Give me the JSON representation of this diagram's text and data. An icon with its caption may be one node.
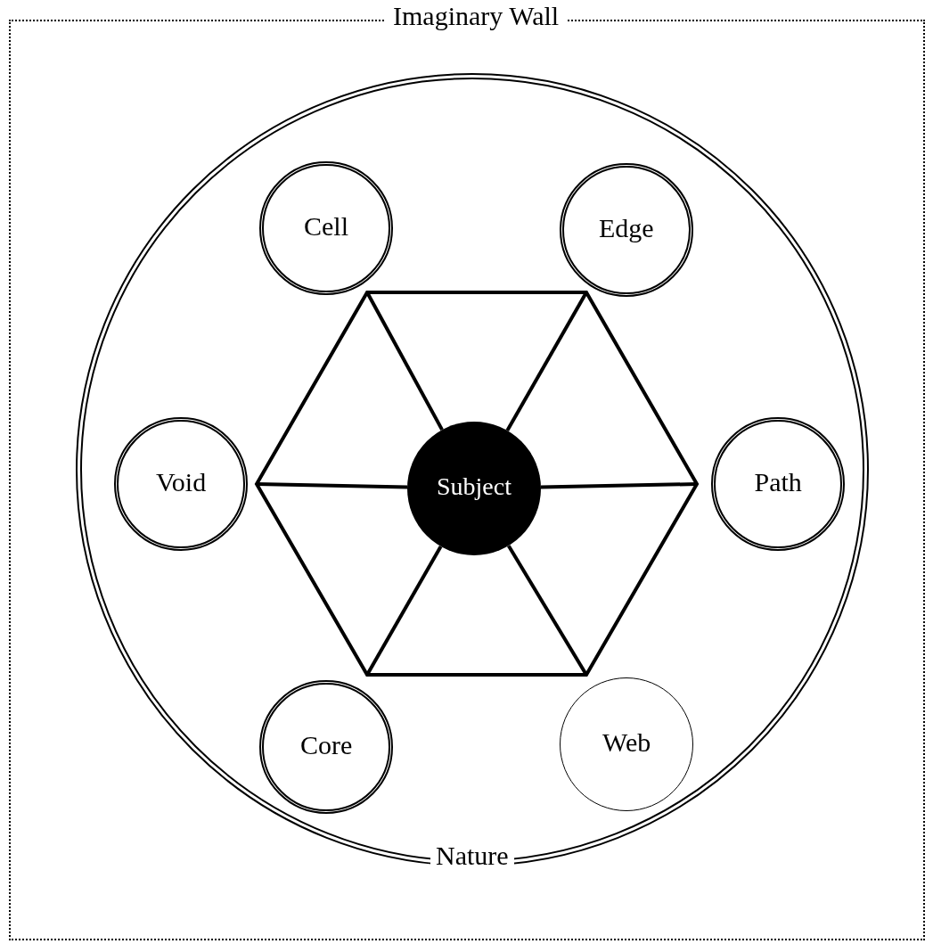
{
  "diagram": {
    "nodes": [
      {
        "text": [
          "Imaginary Wall"
        ]
      },
      {
        "text": [
          "Nature"
        ],
        "in": 0
      },
      {
        "text": [
          "Cell"
        ],
        "in": 1
      },
      {
        "text": [
          "Edge"
        ],
        "in": 1
      },
      {
        "text": [],
        "shape": "hexagon",
        "in": 1
      },
      {
        "text": [
          "Void"
        ],
        "in": 1
      },
      {
        "text": [
          "Subject"
        ],
        "in": 4
      },
      {
        "text": [
          "Path"
        ],
        "in": 1
      },
      {
        "text": [
          "Core"
        ],
        "in": 1
      },
      {
        "text": [
          "Web"
        ],
        "in": 1
      }
    ],
    "edges": [
      {
        "from": 6,
        "to": 4,
        "arrow": "none"
      },
      {
        "from": 6,
        "to": 4,
        "arrow": "none"
      },
      {
        "from": 6,
        "to": 4,
        "arrow": "none"
      },
      {
        "from": 6,
        "to": 4,
        "arrow": "none"
      },
      {
        "from": 6,
        "to": 4,
        "arrow": "none"
      },
      {
        "from": 6,
        "to": 4,
        "arrow": "none"
      }
    ]
  }
}
